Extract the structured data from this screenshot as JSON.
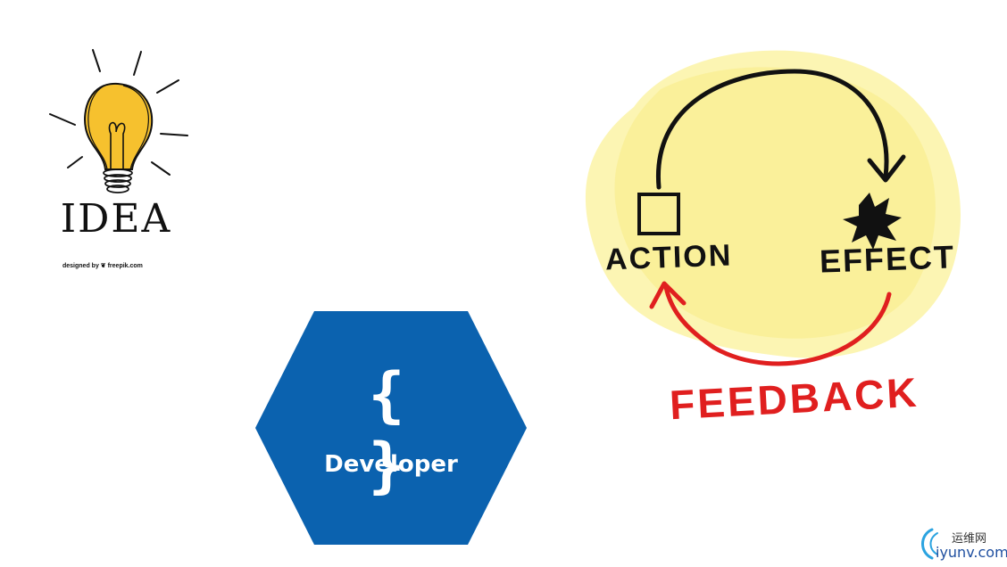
{
  "idea": {
    "title": "IDEA",
    "credit": "designed by ❦ freepik.com"
  },
  "developer": {
    "braces": "{ }",
    "label": "Developer",
    "color": "#0b62af"
  },
  "loop": {
    "action": "ACTION",
    "effect": "EFFECT",
    "feedback": "FEEDBACK",
    "blob_color": "#fbf3a6",
    "feedback_color": "#e01f1f"
  },
  "watermark": {
    "top_text": "运维网",
    "bottom_text": "iyunv.com"
  }
}
